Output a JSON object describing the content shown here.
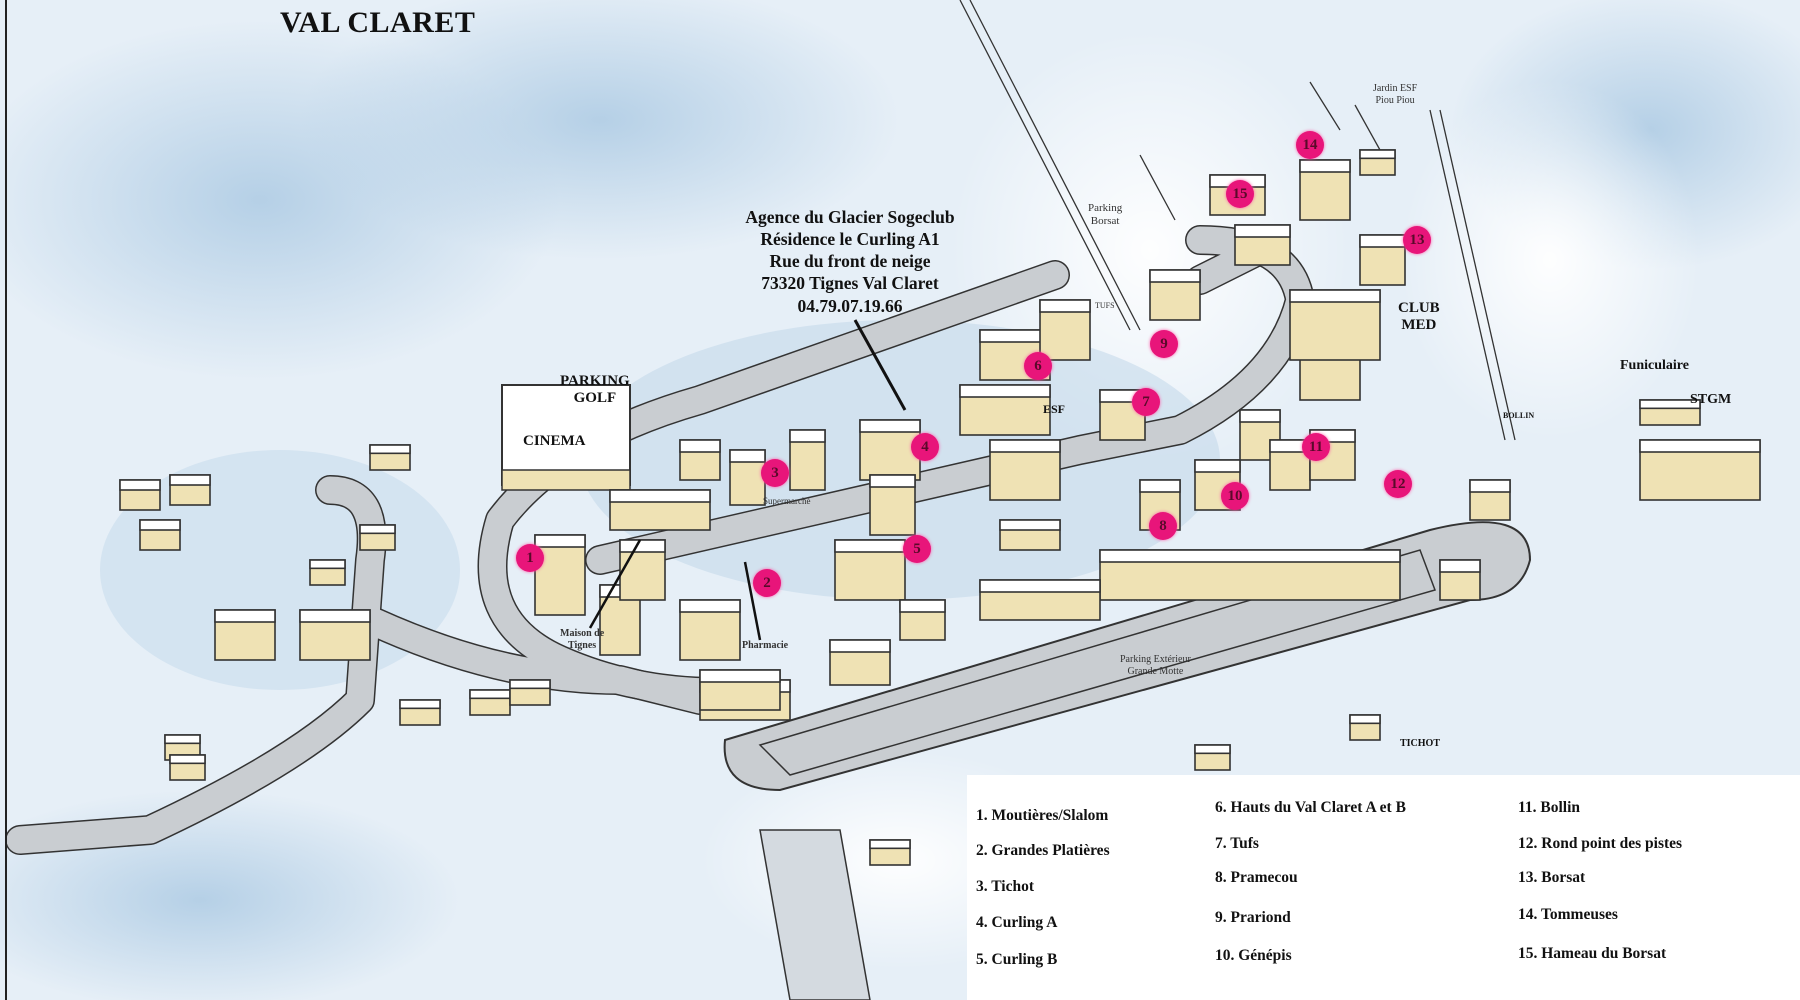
{
  "title": "VAL CLARET",
  "address": {
    "line1": "Agence du Glacier Sogeclub",
    "line2": "Résidence le Curling A1",
    "line3": "Rue du front de neige",
    "line4": "73320 Tignes Val Claret",
    "phone": "04.79.07.19.66"
  },
  "labels": {
    "parking_borsat_1": "Parking",
    "parking_borsat_2": "Borsat",
    "tufs": "TUFS",
    "jardin_1": "Jardin ESF",
    "jardin_2": "Piou Piou",
    "club_1": "CLUB",
    "club_2": "MED",
    "funiculaire": "Funiculaire",
    "stgm": "STGM",
    "bollin": "BOLLIN",
    "parking_golf_1": "PARKING",
    "parking_golf_2": "GOLF",
    "cinema": "CINEMA",
    "esf": "ESF",
    "supermarche": "Supermarché",
    "maison_1": "Maison de",
    "maison_2": "Tignes",
    "pharmacie": "Pharmacie",
    "parking_ext_1": "Parking Extérieur",
    "parking_ext_2": "Grande Motte",
    "tichot": "TICHOT"
  },
  "markers": [
    "1",
    "2",
    "3",
    "4",
    "5",
    "6",
    "7",
    "8",
    "9",
    "10",
    "11",
    "12",
    "13",
    "14",
    "15"
  ],
  "legend": [
    "1. Moutières/Slalom",
    "2. Grandes Platières",
    "3. Tichot",
    "4. Curling A",
    "5. Curling B",
    "6. Hauts du Val Claret A et B",
    "7. Tufs",
    "8. Pramecou",
    "9. Prariond",
    "10. Génépis",
    "11. Bollin",
    "12. Rond point des pistes",
    "13. Borsat",
    "14. Tommeuses",
    "15. Hameau du Borsat"
  ],
  "colors": {
    "marker": "#e8157a",
    "road": "#c9cdd1",
    "building": "#efe2b4",
    "snow_shadow": "#b9d3e8"
  }
}
